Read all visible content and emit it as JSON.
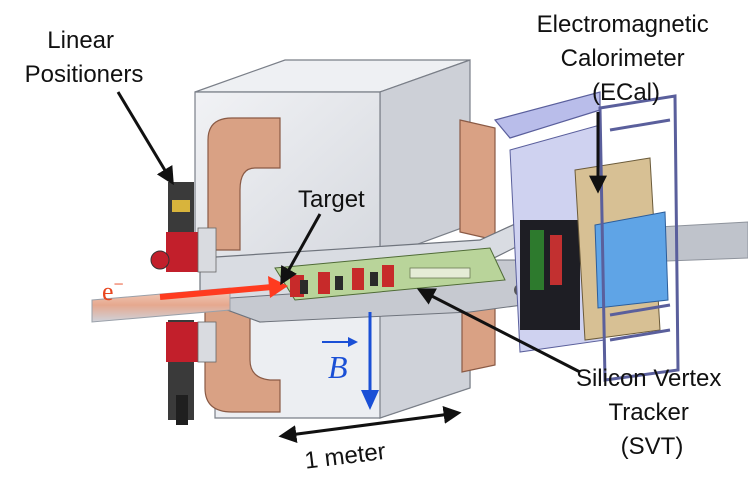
{
  "labels": {
    "linear_positioners": [
      "Linear",
      "Positioners"
    ],
    "ecal": [
      "Electromagnetic",
      "Calorimeter",
      "(ECal)"
    ],
    "target": "Target",
    "svt": [
      "Silicon Vertex",
      "Tracker",
      "(SVT)"
    ],
    "scale": "1 meter",
    "beam": "e",
    "beam_sup": "−",
    "field": "B"
  },
  "colors": {
    "magnet_face": "#e6e8ec",
    "magnet_side": "#c9ccd4",
    "coil": "#d9a184",
    "frame": "#a8aee0",
    "beam_arrow": "#ff3b1f",
    "field_arrow": "#1a4fd6"
  },
  "icons": {
    "beam_arrow": "arrow-right-icon",
    "field_arrow": "arrow-down-icon"
  }
}
